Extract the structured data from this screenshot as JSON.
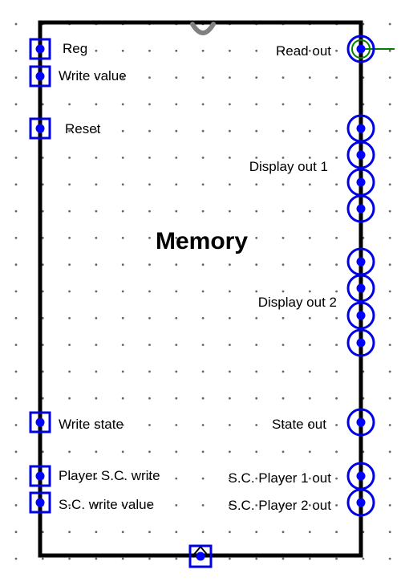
{
  "component": {
    "title": "Memory"
  },
  "colors": {
    "outline": "#000000",
    "pin": "#0000e6",
    "dot": "#0000ff",
    "active_wire": "#008000",
    "notch": "#808080",
    "grid": "#666666"
  },
  "inputs": [
    {
      "id": "reg",
      "label": "Reg"
    },
    {
      "id": "write-value",
      "label": "Write value"
    },
    {
      "id": "reset",
      "label": "Reset"
    },
    {
      "id": "write-state",
      "label": "Write state"
    },
    {
      "id": "player-sc-write",
      "label": "Player S.C. write"
    },
    {
      "id": "sc-write-value",
      "label": "S.C. write value"
    }
  ],
  "outputs": [
    {
      "id": "read-out",
      "label": "Read out"
    },
    {
      "id": "display-out-1",
      "label": "Display out 1"
    },
    {
      "id": "display-out-2",
      "label": "Display out 2"
    },
    {
      "id": "state-out",
      "label": "State out"
    },
    {
      "id": "sc-player-1-out",
      "label": "S.C. Player 1 out"
    },
    {
      "id": "sc-player-2-out",
      "label": "S.C. Player 2 out"
    }
  ]
}
